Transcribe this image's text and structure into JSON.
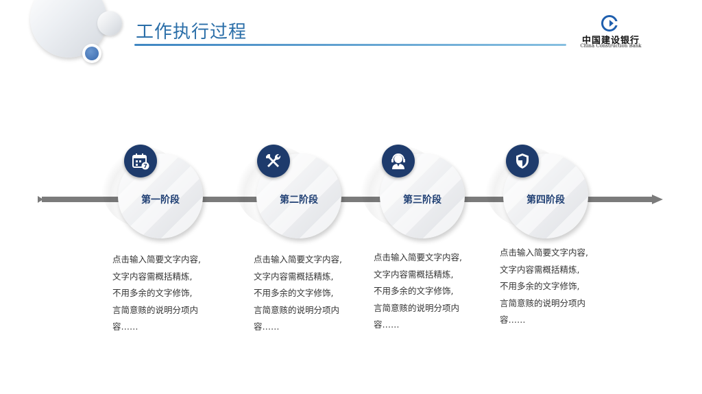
{
  "header": {
    "title": "工作执行过程",
    "logo_cn": "中国建设银行",
    "logo_en": "China  Construction  Bank"
  },
  "colors": {
    "accent": "#2a6ea8",
    "badge": "#1e3b6c",
    "stage_label": "#1f3f73",
    "timeline": "#7b7b7b"
  },
  "stages": [
    {
      "label": "第一阶段",
      "icon": "calendar-icon",
      "description": "点击输入简要文字内容,\n文字内容需概括精炼,\n不用多余的文字修饰,\n言简意赅的说明分项内\n容……"
    },
    {
      "label": "第二阶段",
      "icon": "tools-icon",
      "description": "点击输入简要文字内容,\n文字内容需概括精炼,\n不用多余的文字修饰,\n言简意赅的说明分项内\n容……"
    },
    {
      "label": "第三阶段",
      "icon": "customer-service-icon",
      "description": "点击输入简要文字内容,\n文字内容需概括精炼,\n不用多余的文字修饰,\n言简意赅的说明分项内\n容……"
    },
    {
      "label": "第四阶段",
      "icon": "shield-icon",
      "description": "点击输入简要文字内容,\n文字内容需概括精炼,\n不用多余的文字修饰,\n言简意赅的说明分项内\n容……"
    }
  ]
}
